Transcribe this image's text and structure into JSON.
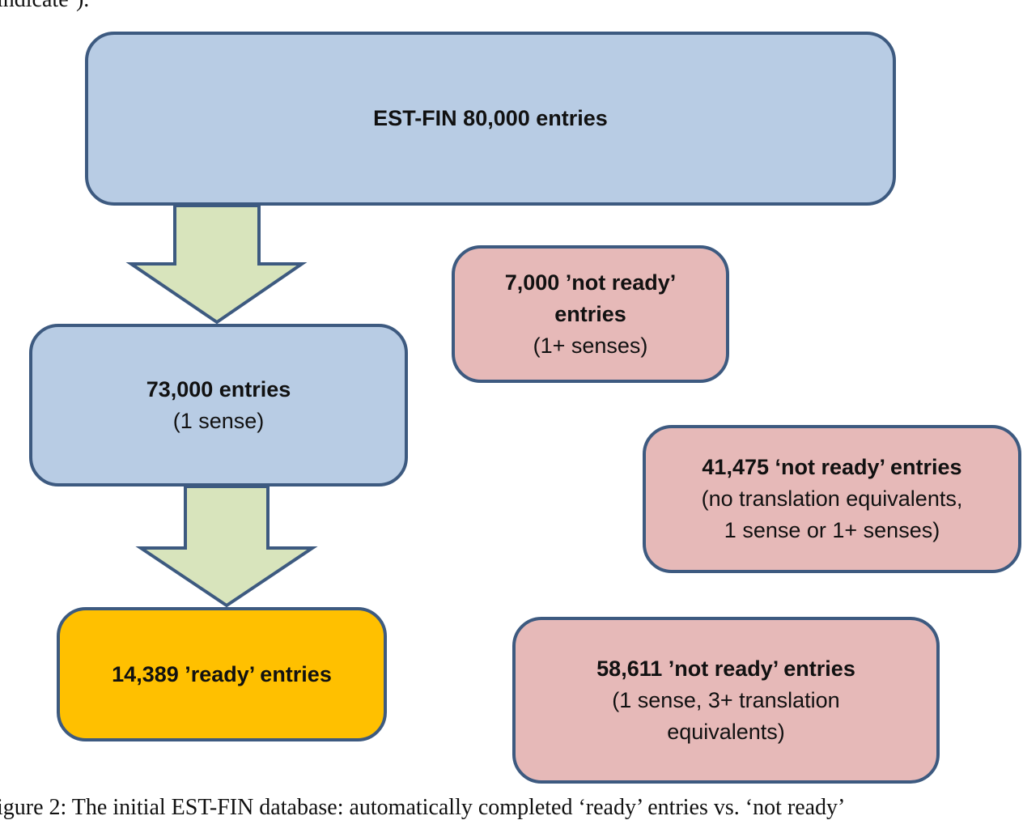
{
  "partial_text": {
    "top": "indicate’).",
    "bottom": "igure 2: The initial EST-FIN database: automatically completed ‘ready’ entries vs. ‘not ready’"
  },
  "colors": {
    "blue_fill": "#b8cce4",
    "pink_fill": "#e6b9b8",
    "gold_fill": "#ffc000",
    "arrow_fill": "#d8e4bc",
    "border": "#3d5a80"
  },
  "boxes": {
    "top": {
      "line1": "EST-FIN 80,000 entries"
    },
    "middle": {
      "line1": "73,000 entries",
      "line2": "(1 sense)"
    },
    "ready": {
      "line1": "14,389 ’ready’ entries"
    },
    "not_ready_1": {
      "line1": "7,000 ’not ready’",
      "line2": "entries",
      "line3": "(1+ senses)"
    },
    "not_ready_2": {
      "line1": "41,475 ‘not ready’ entries",
      "line2": "(no translation equivalents,",
      "line3": "1 sense or 1+ senses)"
    },
    "not_ready_3": {
      "line1": "58,611 ’not ready’ entries",
      "line2": "(1 sense, 3+ translation",
      "line3": "equivalents)"
    }
  }
}
